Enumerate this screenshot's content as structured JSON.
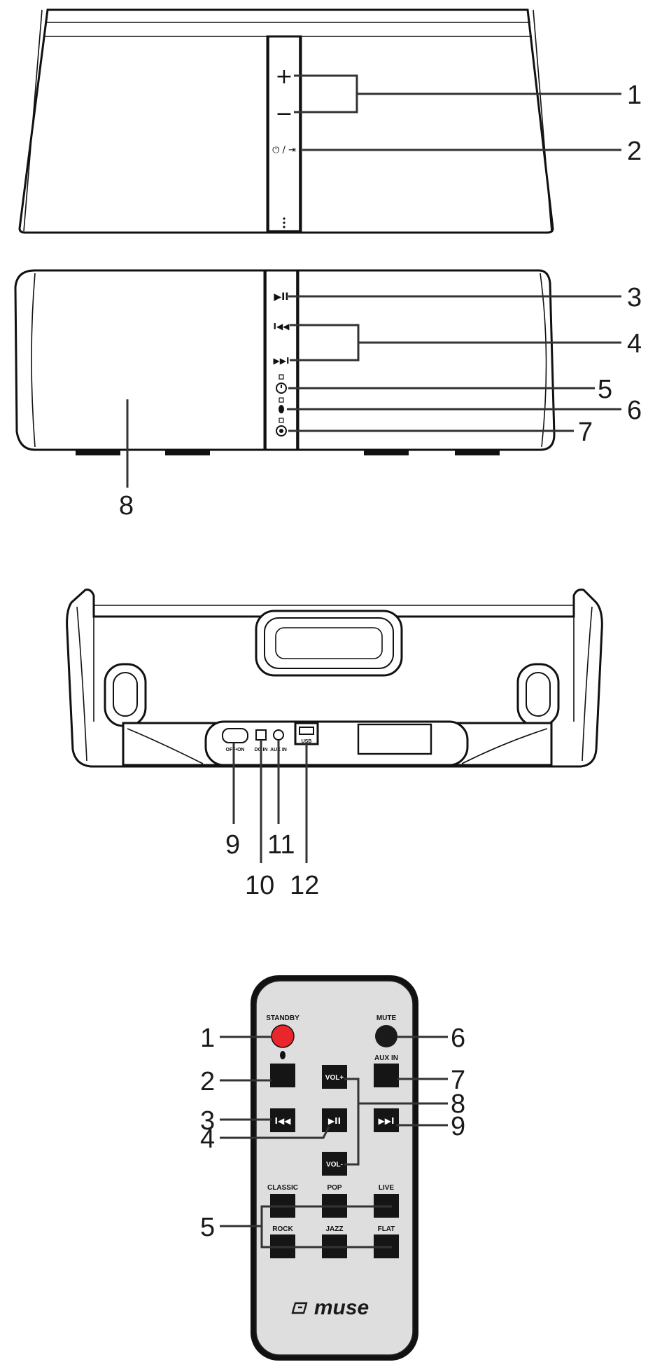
{
  "callouts": {
    "top": [
      "1",
      "2"
    ],
    "front": [
      "3",
      "4",
      "5",
      "6",
      "7",
      "8"
    ],
    "back": [
      "9",
      "10",
      "11",
      "12"
    ],
    "remote": [
      "1",
      "2",
      "3",
      "4",
      "5",
      "6",
      "7",
      "8",
      "9"
    ]
  },
  "top_panel": {
    "plus": "+",
    "minus": "−",
    "power_src": "⏻ / ⇥"
  },
  "front_panel": {
    "play_pause": "▶II",
    "prev": "I◀◀",
    "next": "▶▶I"
  },
  "back_panel": {
    "switch": "OFF•ON",
    "dc_in": "DC IN",
    "aux_in": "AUX IN",
    "usb": "USB"
  },
  "remote": {
    "standby": "STANDBY",
    "mute": "MUTE",
    "aux_in": "AUX IN",
    "vol_plus": "VOL+",
    "vol_minus": "VOL-",
    "eq": {
      "classic": "CLASSIC",
      "pop": "POP",
      "live": "LIVE",
      "rock": "ROCK",
      "jazz": "JAZZ",
      "flat": "FLAT"
    },
    "brand": "muse"
  },
  "colors": {
    "standby": "#e8262b",
    "mute": "#1a1a1a",
    "remote_body": "#dedede",
    "button": "#151515"
  }
}
